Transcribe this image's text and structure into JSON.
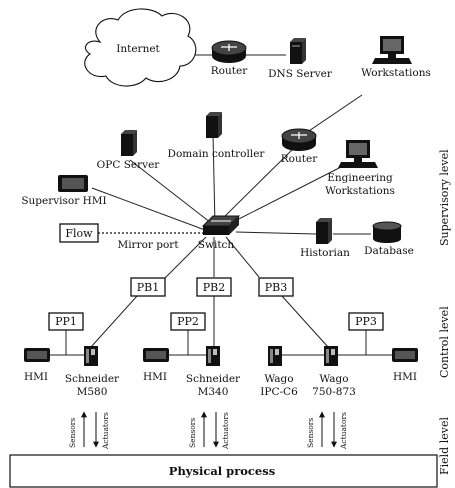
{
  "cloud": {
    "label": "Internet"
  },
  "devices": {
    "router_top": "Router",
    "dns_server": "DNS Server",
    "workstations": "Workstations",
    "opc_server": "OPC Server",
    "domain_controller": "Domain controller",
    "router_mid": "Router",
    "engineering_ws_line1": "Engineering",
    "engineering_ws_line2": "Workstations",
    "supervisor_hmi": "Supervisor HMI",
    "switch": "Switch",
    "mirror_port": "Mirror port",
    "flow": "Flow",
    "historian": "Historian",
    "database": "Database",
    "pb1": "PB1",
    "pb2": "PB2",
    "pb3": "PB3",
    "pp1": "PP1",
    "pp2": "PP2",
    "pp3": "PP3",
    "hmi_1": "HMI",
    "hmi_2": "HMI",
    "hmi_3": "HMI",
    "plc_1_line1": "Schneider",
    "plc_1_line2": "M580",
    "plc_2_line1": "Schneider",
    "plc_2_line2": "M340",
    "plc_3_line1": "Wago",
    "plc_3_line2": "IPC-C6",
    "plc_4_line1": "Wago",
    "plc_4_line2": "750-873",
    "sensors": "Sensors",
    "actuators": "Actuators",
    "physical_process": "Physical process"
  },
  "levels": {
    "supervisory": "Supervisory level",
    "control": "Control level",
    "field": "Field level"
  }
}
